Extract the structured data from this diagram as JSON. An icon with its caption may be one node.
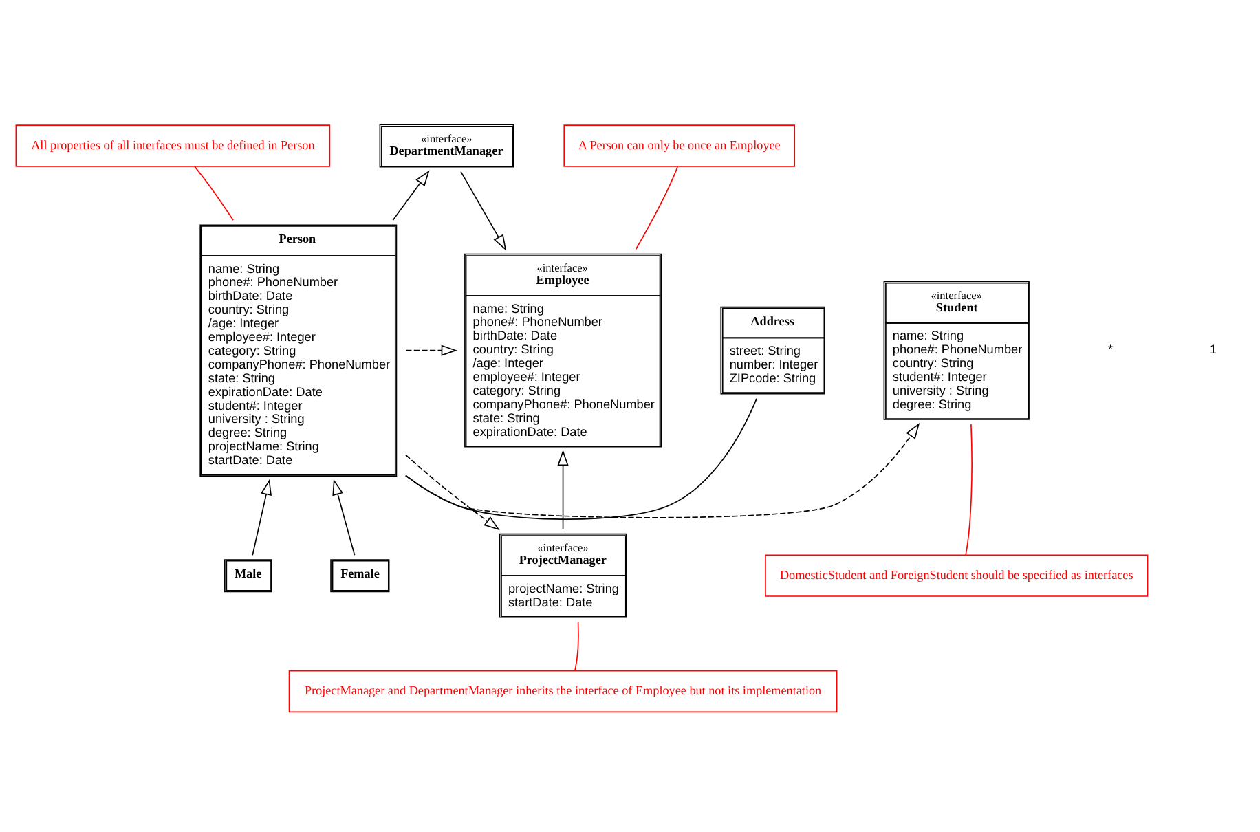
{
  "diagram": {
    "nodes": [
      {
        "text": [
          "«interface»",
          "Employee",
          "name: String",
          "phone#: PhoneNumber",
          "birthDate: Date",
          "country: String",
          "/age: Integer",
          "employee#: Integer",
          "category: String",
          "companyPhone#: PhoneNumber",
          "state: String",
          "expirationDate: Date"
        ]
      },
      {
        "text": [
          "Person",
          "name: String",
          "phone#: PhoneNumber",
          "birthDate: Date",
          "country: String",
          "/age: Integer",
          "employee#: Integer",
          "category: String",
          "companyPhone#: PhoneNumber",
          "state: String",
          "expirationDate: Date",
          "student#: Integer",
          "university : String",
          "degree: String",
          "projectName: String",
          "startDate: Date"
        ]
      },
      {
        "text": [
          "Address",
          "street: String",
          "number: Integer",
          "ZIPcode: String"
        ]
      },
      {
        "text": [
          "«interface»",
          "Student",
          "name: String",
          "phone#: PhoneNumber",
          "country: String",
          "student#: Integer",
          "university : String",
          "degree: String"
        ]
      },
      {
        "text": [
          "«interface»",
          "ProjectManager",
          "projectName: String",
          "startDate: Date"
        ]
      },
      {
        "text": [
          "«interface»",
          "DepartmentManager"
        ]
      },
      {
        "text": [
          "Male"
        ]
      },
      {
        "text": [
          "Female"
        ]
      },
      {
        "text": [
          "A Person can only be once an Employee"
        ]
      },
      {
        "text": [
          "All properties of all interfaces must be defined in Person"
        ]
      },
      {
        "text": [
          "DomesticStudent and ForeignStudent should be specified as interfaces"
        ]
      },
      {
        "text": [
          "ProjectManager and DepartmentManager inherits the interface of Employee but not its implementation"
        ]
      }
    ],
    "edges": [
      {
        "from": 1,
        "to": 0,
        "arrow": "to",
        "style": "dashed"
      },
      {
        "from": 1,
        "to": 2,
        "arrow": "none"
      },
      {
        "from": 1,
        "to": 3,
        "arrow": "to",
        "style": "dashed"
      },
      {
        "from": 1,
        "to": 4,
        "arrow": "to",
        "style": "dashed"
      },
      {
        "from": 1,
        "to": 5,
        "arrow": "to"
      },
      {
        "from": 4,
        "to": 0,
        "arrow": "to"
      },
      {
        "from": 5,
        "to": 0,
        "arrow": "to"
      },
      {
        "from": 6,
        "to": 1,
        "arrow": "to"
      },
      {
        "from": 7,
        "to": 1,
        "arrow": "to"
      },
      {
        "from": 8,
        "to": 0,
        "arrow": "none",
        "color": "#ff0000"
      },
      {
        "from": 9,
        "to": 1,
        "arrow": "none",
        "color": "#ff0000"
      },
      {
        "from": 10,
        "to": 3,
        "arrow": "none",
        "color": "#ff0000"
      },
      {
        "from": 11,
        "to": 4,
        "arrow": "none",
        "color": "#ff0000"
      }
    ],
    "labels": [
      "*",
      "1"
    ]
  }
}
